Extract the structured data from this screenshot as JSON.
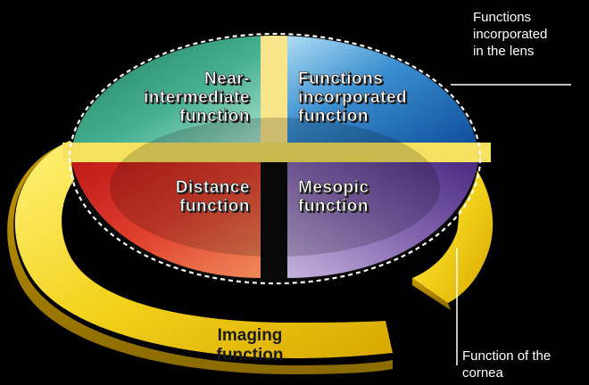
{
  "quadrants": {
    "near_intermediate": {
      "lines": [
        "Near-",
        "intermediate",
        "function"
      ],
      "color": "#2f9a78"
    },
    "functions_incorporated": {
      "lines": [
        "Functions",
        "incorporated",
        "function"
      ],
      "color": "#2a78b8"
    },
    "distance": {
      "lines": [
        "Distance",
        "function"
      ],
      "color": "#d8342a"
    },
    "mesopic": {
      "lines": [
        "Mesopic",
        "function"
      ],
      "color": "#7a5aa8"
    }
  },
  "ring": {
    "lines": [
      "Imaging",
      "function"
    ],
    "color": "#f2d42a"
  },
  "annotations": {
    "lens": [
      "Functions",
      "incorporated",
      "in the lens"
    ],
    "cornea": [
      "Function of the",
      "cornea"
    ]
  }
}
